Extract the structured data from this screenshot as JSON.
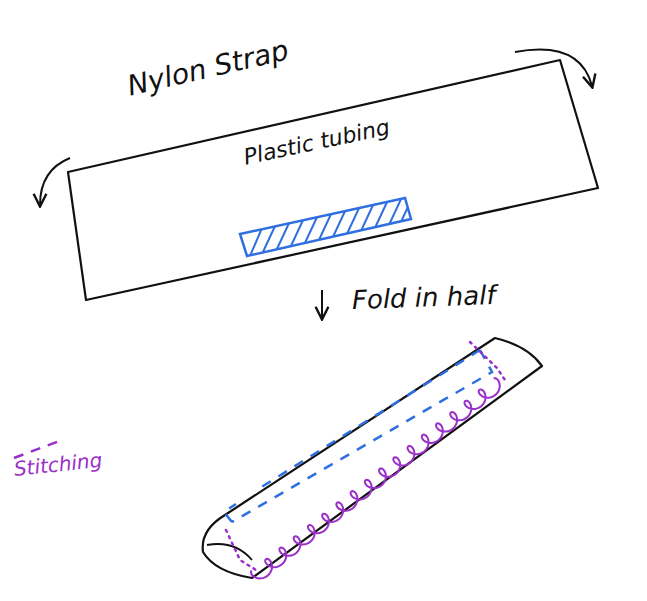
{
  "diagram": {
    "labels": [
      "Nylon Strap",
      "Plastic tubing",
      "Fold in half"
    ],
    "legend": [
      {
        "text": "Stitching"
      }
    ]
  }
}
